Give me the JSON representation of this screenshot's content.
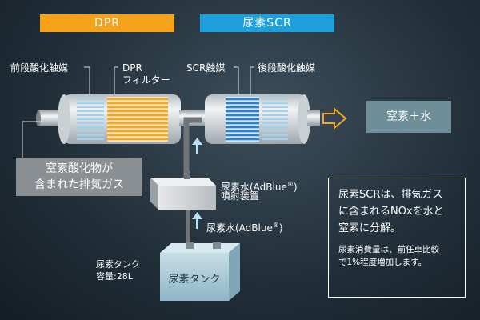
{
  "headers": {
    "dpr": "DPR",
    "scr": "尿素SCR",
    "dpr_color": "#f5a21a",
    "scr_color": "#1ea0dc"
  },
  "labels": {
    "front_oxidation_catalyst": "前段酸化触媒",
    "dpr_filter_line1": "DPR",
    "dpr_filter_line2": "フィルター",
    "scr_catalyst": "SCR触媒",
    "rear_oxidation_catalyst": "後段酸化触媒",
    "output": "窒素＋水",
    "input_line1": "窒素酸化物が",
    "input_line2": "含まれた排気ガス",
    "injector_line1": "尿素水(AdBlue",
    "injector_line1_sup": "®",
    "injector_line1_end": ")",
    "injector_line2": "噴射装置",
    "supply_label": "尿素水(AdBlue",
    "supply_label_sup": "®",
    "supply_label_end": ")",
    "tank_caption_line1": "尿素タンク",
    "tank_caption_line2": "容量:28L",
    "tank_name": "尿素タンク"
  },
  "info": {
    "main_line1": "尿素SCRは、排気ガス",
    "main_line2": "に含まれるNOxを水と",
    "main_line3": "窒素に分解。",
    "sub_line1": "尿素消費量は、前任車比較",
    "sub_line2": "で1%程度増加します。"
  },
  "colors": {
    "filter_orange": "#f5a623",
    "catalyst_lightblue": "#a9d8f2",
    "scr_blue": "#2a7fd0",
    "arrow_orange": "#f5a623",
    "arrow_lightblue": "#b9e2f5"
  }
}
